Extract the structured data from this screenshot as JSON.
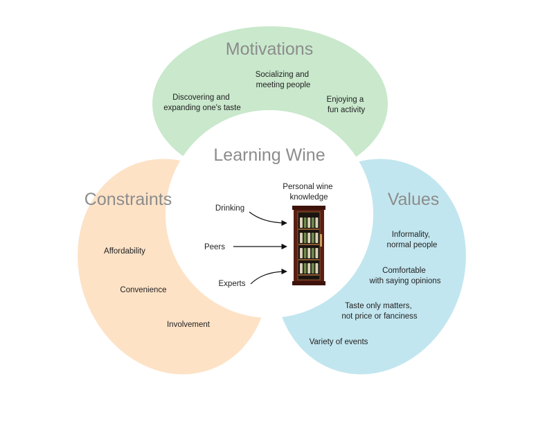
{
  "colors": {
    "motivations": "#c9e8cc",
    "constraints": "#fde2c6",
    "values": "#c2e6ef",
    "center": "#ffffff",
    "title_text": "#8c8c8c",
    "body_text": "#222222"
  },
  "center": {
    "title": "Learning Wine",
    "target_label": [
      "Personal wine",
      "knowledge"
    ],
    "sources": [
      "Drinking",
      "Peers",
      "Experts"
    ],
    "target_icon": "wine-cabinet"
  },
  "motivations": {
    "title": "Motivations",
    "items": [
      [
        "Socializing and",
        "meeting people"
      ],
      [
        "Discovering and",
        "expanding one's taste"
      ],
      [
        "Enjoying a",
        "fun activity"
      ]
    ]
  },
  "constraints": {
    "title": "Constraints",
    "items": [
      "Affordability",
      "Convenience",
      "Involvement"
    ]
  },
  "values": {
    "title": "Values",
    "items": [
      [
        "Informality,",
        "normal people"
      ],
      [
        "Comfortable",
        "with saying opinions"
      ],
      [
        "Taste only matters,",
        "not price or fanciness"
      ],
      [
        "Variety of events"
      ]
    ]
  }
}
